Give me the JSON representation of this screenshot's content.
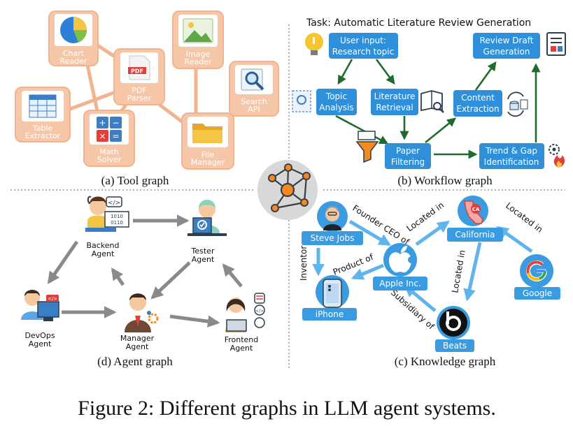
{
  "tool_graph": {
    "caption": "(a) Tool graph",
    "nodes": {
      "chart_reader": [
        "Chart",
        "Reader"
      ],
      "pdf_parser": [
        "PDF",
        "Parser"
      ],
      "image_reader": [
        "Image",
        "Reader"
      ],
      "table_extractor": [
        "Table",
        "Extractor"
      ],
      "search_api": [
        "Search",
        "API"
      ],
      "math_solver": [
        "Math",
        "Solver"
      ],
      "file_manager": [
        "File",
        "Manager"
      ]
    },
    "pdf_icon_text": "PDF"
  },
  "workflow_graph": {
    "caption": "(b) Workflow graph",
    "task_title": "Task: Automatic Literature Review Generation",
    "nodes": {
      "user_input": [
        "User input:",
        "Research topic"
      ],
      "review_draft": [
        "Review Draft",
        "Generation"
      ],
      "topic_analysis": [
        "Topic",
        "Analysis"
      ],
      "literature_retrieval": [
        "Literature",
        "Retrieval"
      ],
      "content_extraction": [
        "Content",
        "Extraction"
      ],
      "paper_filtering": [
        "Paper",
        "Filtering"
      ],
      "trend_gap": [
        "Trend & Gap",
        "Identification"
      ]
    }
  },
  "agent_graph": {
    "caption": "(d) Agent graph",
    "nodes": {
      "backend": [
        "Backend",
        "Agent"
      ],
      "tester": [
        "Tester",
        "Agent"
      ],
      "devops": [
        "DevOps",
        "Agent"
      ],
      "manager": [
        "Manager",
        "Agent"
      ],
      "frontend": [
        "Frontend",
        "Agent"
      ]
    }
  },
  "knowledge_graph": {
    "caption": "(c) Knowledge graph",
    "entities": {
      "steve_jobs": "Steve Jobs",
      "california": "California",
      "apple": "Apple Inc.",
      "iphone": "iPhone",
      "google": "Google",
      "beats": "Beats"
    },
    "relations": {
      "founder_ceo": "Founder CEO of",
      "located_in_1": "Located in",
      "located_in_2": "Located in",
      "located_in_3": "Located in",
      "inventor": "Inventor",
      "product_of": "Product of",
      "subsidiary_of": "Subsidiary of"
    },
    "ca_badge": "CA"
  },
  "figure_caption": "Figure 2: Different graphs in LLM agent systems.",
  "colors": {
    "tool_node": "#f6c6a8",
    "tool_edge": "#f1b48f",
    "workflow_node": "#2f8fd8",
    "workflow_edge": "#1f6b2e",
    "kg_node": "#3a9be0",
    "kg_edge": "#5fb4ec",
    "agent_edge": "#8a8a8a",
    "divider": "#9a9a9a",
    "hub_circle": "#d8d8d8",
    "hub_accent": "#f28a1e"
  }
}
